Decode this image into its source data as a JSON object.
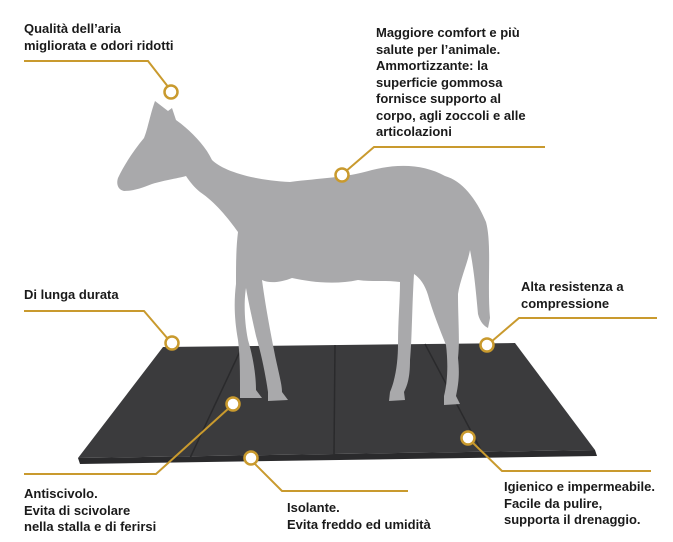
{
  "colors": {
    "accent": "#c99a2e",
    "horse": "#a9a9ab",
    "mat": "#3b3b3d",
    "mat_edge": "#2a2a2c",
    "text": "#1a1a1a"
  },
  "labels": {
    "air": [
      "Qualità dell’aria",
      "migliorata e odori ridotti"
    ],
    "comfort": [
      "Maggiore comfort e più",
      "salute per l’animale.",
      "Ammortizzante: la",
      "superficie gommosa",
      "fornisce supporto al",
      "corpo, agli zoccoli e alle",
      "articolazioni"
    ],
    "durable": [
      "Di lunga durata"
    ],
    "compression": [
      "Alta resistenza a",
      "compressione"
    ],
    "antislip": [
      "Antiscivolo.",
      "Evita di scivolare",
      "nella stalla e di ferirsi"
    ],
    "insulating": [
      "Isolante.",
      "Evita freddo ed umidità"
    ],
    "hygienic": [
      "Igienico e impermeabile.",
      "Facile da pulire,",
      "supporta il drenaggio."
    ]
  }
}
